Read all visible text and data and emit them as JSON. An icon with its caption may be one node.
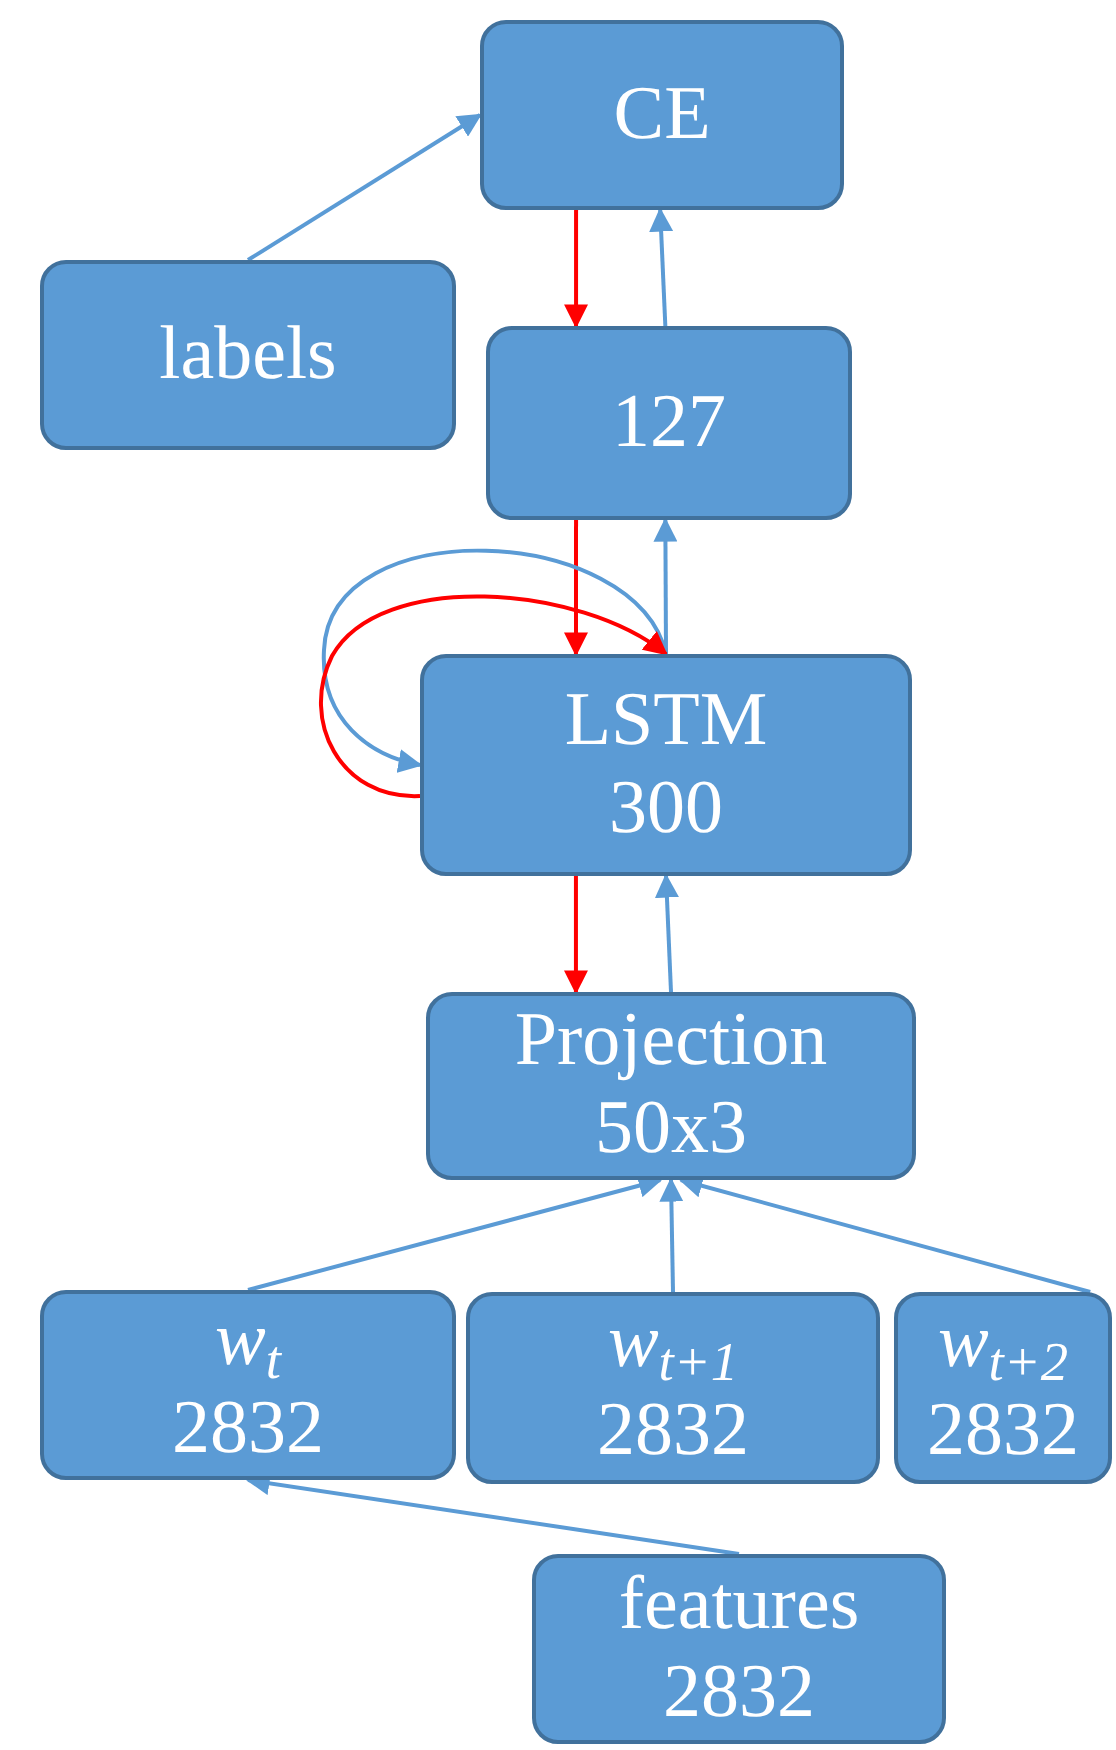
{
  "diagram": {
    "nodes": [
      {
        "text": [
          "CE"
        ]
      },
      {
        "text": [
          "labels"
        ]
      },
      {
        "text": [
          "127"
        ]
      },
      {
        "text": [
          "LSTM",
          "300"
        ]
      },
      {
        "text": [
          "Projection",
          "50x3"
        ]
      },
      {
        "text": [
          "*w*$_{t}$",
          "2832"
        ]
      },
      {
        "text": [
          "*w*$_{t+1}$",
          "2832"
        ]
      },
      {
        "text": [
          "*w*$_{t+2}$",
          "2832"
        ]
      },
      {
        "text": [
          "features",
          "2832"
        ]
      }
    ],
    "edges": [
      {
        "from": 1,
        "to": 0,
        "arrow": "to"
      },
      {
        "from": 0,
        "to": 2,
        "arrow": "to",
        "color": "#ff0000"
      },
      {
        "from": 2,
        "to": 0,
        "arrow": "to"
      },
      {
        "from": 2,
        "to": 3,
        "arrow": "to",
        "color": "#ff0000"
      },
      {
        "from": 3,
        "to": 2,
        "arrow": "to"
      },
      {
        "from": 3,
        "to": 3,
        "arrow": "to"
      },
      {
        "from": 3,
        "to": 3,
        "arrow": "to",
        "color": "#ff0000"
      },
      {
        "from": 3,
        "to": 4,
        "arrow": "to",
        "color": "#ff0000"
      },
      {
        "from": 4,
        "to": 3,
        "arrow": "to"
      },
      {
        "from": 5,
        "to": 4,
        "arrow": "to"
      },
      {
        "from": 6,
        "to": 4,
        "arrow": "to"
      },
      {
        "from": 7,
        "to": 4,
        "arrow": "to"
      },
      {
        "from": 8,
        "to": 5,
        "arrow": "to"
      }
    ]
  }
}
